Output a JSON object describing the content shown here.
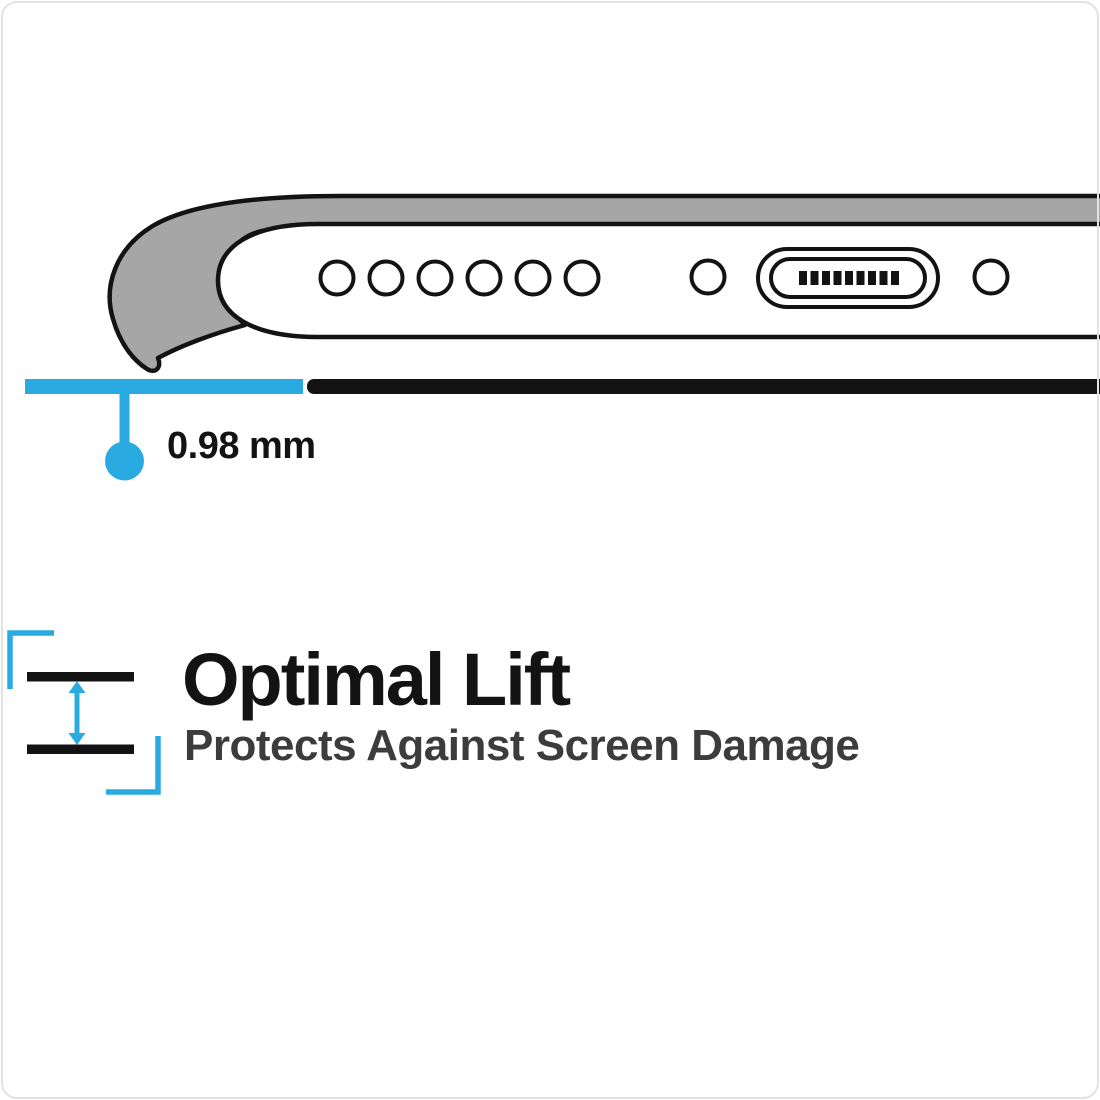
{
  "colors": {
    "accent": "#29ABE2",
    "case_gray": "#A6A6A6",
    "ink": "#131313",
    "subtext": "#3C3C3C",
    "background": "#FFFFFF"
  },
  "diagram": {
    "measurement": {
      "label": "0.98 mm"
    },
    "speaker_hole_count": 6
  },
  "feature": {
    "title": "Optimal Lift",
    "subtitle": "Protects Against Screen Damage"
  },
  "icons": {
    "lift_gap_icon": "double-headed vertical arrow between two plates",
    "measurement_pointer_icon": "dot with stem pointing at case lip height"
  }
}
